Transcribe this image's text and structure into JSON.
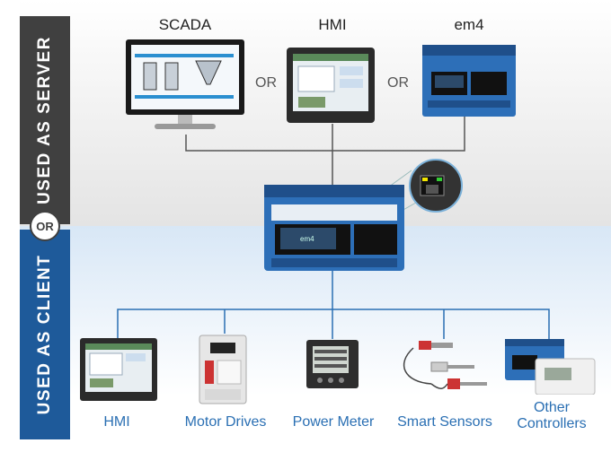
{
  "side_labels": {
    "server": "USED AS SERVER",
    "or": "OR",
    "client": "USED AS CLIENT"
  },
  "server_devices": {
    "scada": "SCADA",
    "hmi": "HMI",
    "em4": "em4",
    "or_1": "OR",
    "or_2": "OR"
  },
  "client_devices": {
    "hmi": "HMI",
    "motor_drives": "Motor Drives",
    "power_meter": "Power Meter",
    "smart_sensors": "Smart Sensors",
    "other_controllers_1": "Other",
    "other_controllers_2": "Controllers"
  },
  "central_device": {
    "screen_text": "em4"
  },
  "colors": {
    "server_bar": "#404040",
    "client_bar": "#1e5a9a",
    "client_label": "#2a6fb3",
    "connection_line": "#2a6fb3",
    "server_line": "#555555"
  }
}
